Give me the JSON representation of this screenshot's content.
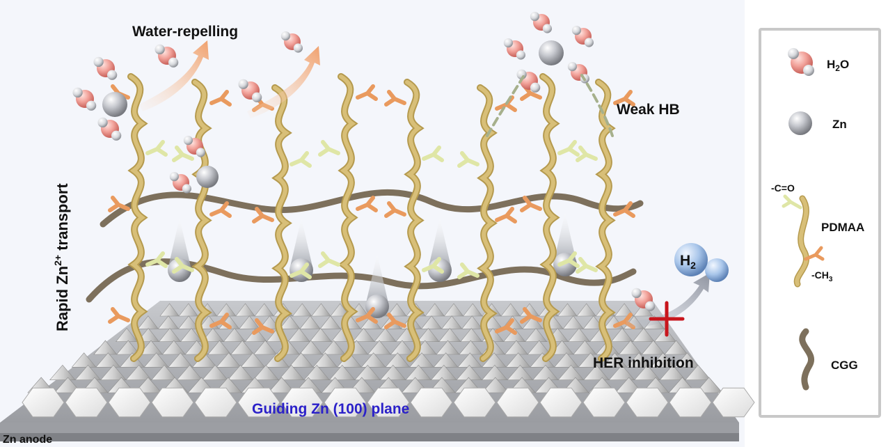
{
  "labels": {
    "water_repelling": "Water-repelling",
    "weak_hb": "Weak HB",
    "rapid_transport_prefix": "Rapid Zn",
    "rapid_transport_sup": "2+",
    "rapid_transport_suffix": " transport",
    "her_inhibition": "HER inhibition",
    "h2_main": "H",
    "h2_sub": "2",
    "guiding_plane": "Guiding Zn (100) plane",
    "zn_anode": "Zn anode"
  },
  "legend": {
    "h2o_main": "H",
    "h2o_sub": "2",
    "h2o_end": "O",
    "zn": "Zn",
    "co": "-C=O",
    "pdmaa": "PDMAA",
    "ch3_main": "-CH",
    "ch3_sub": "3",
    "cgg": "CGG"
  },
  "colors": {
    "background": "#f4f6fb",
    "pdmaa_chain": "#cfb46a",
    "cgg_chain": "#7d705c",
    "carbonyl_group": "#e99a5e",
    "methyl_group": "#dfe6a6",
    "zn_sphere": "#b9bcc3",
    "water_oxygen": "#f2a39b",
    "h2_sphere": "#a9c6ea",
    "plane_text": "#2b21c9",
    "inhibit_cross": "#c8161d"
  }
}
